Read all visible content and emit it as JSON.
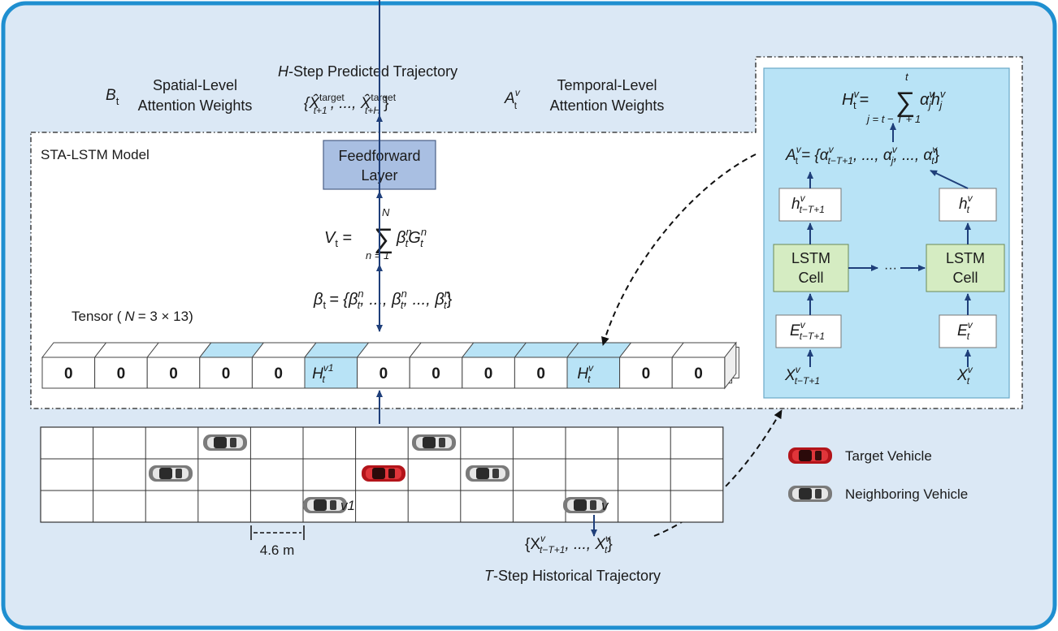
{
  "title": {
    "predicted": "Step Predicted Trajectory",
    "predicted_var": "H",
    "spatial_sym": "B",
    "spatial_sub": "t",
    "spatial_line1": "Spatial-Level",
    "spatial_line2": "Attention Weights",
    "temporal_sym": "A",
    "temporal_sup": "v",
    "temporal_sub": "t",
    "temporal_line1": "Temporal-Level",
    "temporal_line2": "Attention Weights",
    "pred_set": "{X̂",
    "pred_sup": "target",
    "pred_sub1": "t+1",
    "pred_mid": ", ..., X̂",
    "pred_sub2": "t+H",
    "pred_close": "}"
  },
  "model": {
    "label": "STA-LSTM Model",
    "ff_line1": "Feedforward",
    "ff_line2": "Layer",
    "vt_lhs": "V",
    "vt_sum": "∑",
    "vt_upper": "N",
    "vt_lower": "n = 1",
    "vt_rhs": "β",
    "vt_g": "G",
    "beta_lhs": "β",
    "beta_rhs": "= {β",
    "beta_dots": ", ..., β",
    "beta_close": "}",
    "tensor_label_pre": "Tensor (",
    "tensor_label_var": "N",
    "tensor_label_post": "= 3 × 13)",
    "cells": [
      "0",
      "0",
      "0",
      "0",
      "0",
      "H",
      "0",
      "0",
      "0",
      "0",
      "H",
      "0",
      "0"
    ],
    "h1_sup": "v1",
    "hv_sup": "v"
  },
  "lstm": {
    "ht_lhs": "H",
    "ht_eq": "=",
    "ht_sum": "∑",
    "ht_upper": "t",
    "ht_lower": "j = t − T + 1",
    "ht_alpha": "α",
    "ht_h": "h",
    "at_lhs": "A",
    "at_rhs": "= {α",
    "at_mid1": ", ..., α",
    "at_mid2": ", ..., α",
    "at_close": "}",
    "h_left": "h",
    "h_right": "h",
    "cell_line1": "LSTM",
    "cell_line2": "Cell",
    "dots": "···",
    "e_left": "E",
    "e_right": "E",
    "x_left": "X",
    "x_right": "X",
    "sub_first": "t−T+1",
    "sub_t": "t",
    "sup_v": "v",
    "sub_j": "j"
  },
  "road": {
    "scale": "4.6 m",
    "v1_label": "v1",
    "v_label": "v",
    "hist_set": "{X",
    "hist_mid": ", ..., X",
    "hist_close": "}",
    "hist_sub1": "t−T+1",
    "hist_sub2": "t",
    "hist_sup": "v",
    "hist_title_var": "T",
    "hist_title": "-Step Historical Trajectory"
  },
  "legend": {
    "target": "Target Vehicle",
    "neighbor": "Neighboring Vehicle"
  },
  "colors": {
    "frame_bg": "#dbe8f5",
    "frame_border": "#1f8fd0",
    "ff_fill": "#a9bfe2",
    "lstm_bg": "#b8e3f6",
    "lstm_cell": "#d5ecc2",
    "arrow": "#1f3f7a",
    "target_car": "#c0161b",
    "neighbor_car": "#6c6c6c"
  }
}
